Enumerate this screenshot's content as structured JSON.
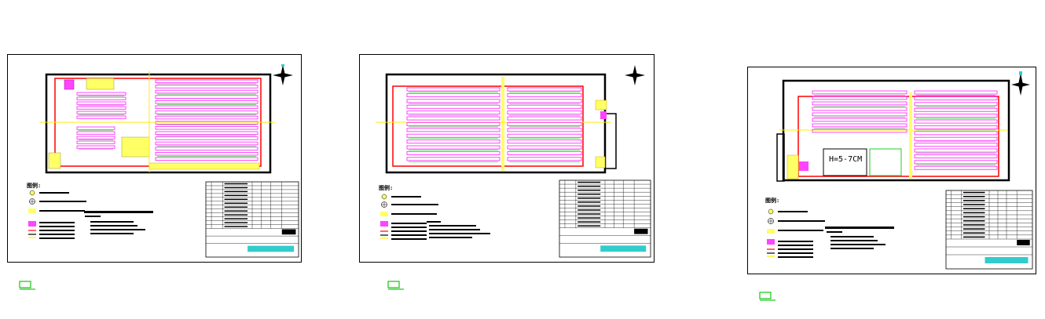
{
  "sheets": [
    {
      "id": "sheet-1",
      "legend_title": "图例:",
      "legend_items": [
        "",
        "",
        "",
        "",
        "",
        ""
      ],
      "building_label": "",
      "accent_colors": {
        "layout": "#ff00ff",
        "row": "#ff66ff",
        "zone": "#ffff66",
        "outline": "#ff0000",
        "green": "#22cc22"
      }
    },
    {
      "id": "sheet-2",
      "legend_title": "图例:",
      "legend_items": [
        "",
        "",
        "",
        "",
        "",
        ""
      ],
      "building_label": "",
      "accent_colors": {
        "layout": "#ff00ff",
        "row": "#ff66ff",
        "zone": "#ffff66",
        "outline": "#ff0000",
        "green": "#22cc22"
      }
    },
    {
      "id": "sheet-3",
      "legend_title": "图例:",
      "legend_items": [
        "",
        "",
        "",
        "",
        "",
        ""
      ],
      "building_label": "H=5-7CM",
      "accent_colors": {
        "layout": "#ff00ff",
        "row": "#ff66ff",
        "zone": "#ffff66",
        "outline": "#ff0000",
        "green": "#22cc22"
      }
    }
  ],
  "icons": [
    "north-arrow-icon",
    "layout-tab-icon"
  ]
}
